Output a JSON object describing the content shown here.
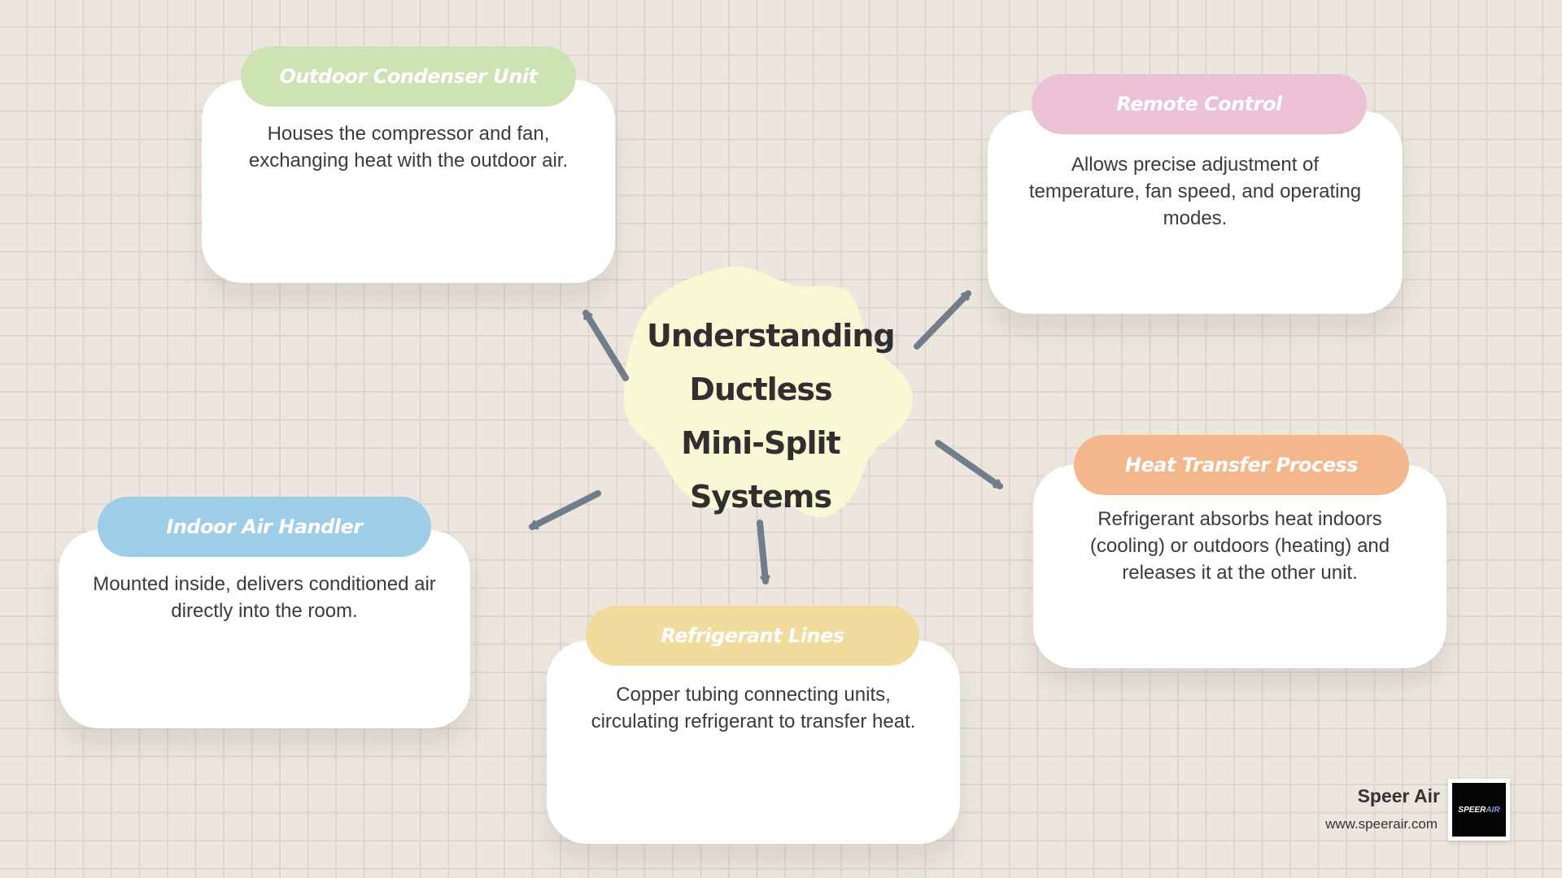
{
  "title": "Understanding Ductless Mini-Split Systems",
  "nodes": [
    {
      "label": "Outdoor Condenser Unit",
      "text": "Houses the compressor and fan, exchanging heat with the outdoor air.",
      "color": "#cde3b4"
    },
    {
      "label": "Remote Control",
      "text": "Allows precise adjustment of temperature, fan speed, and operating modes.",
      "color": "#ecc1d4"
    },
    {
      "label": "Heat Transfer Process",
      "text": "Refrigerant absorbs heat indoors (cooling) or outdoors (heating) and releases it at the other unit.",
      "color": "#f4b68b"
    },
    {
      "label": "Refrigerant Lines",
      "text": "Copper tubing connecting units, circulating refrigerant to transfer heat.",
      "color": "#f1dc9e"
    },
    {
      "label": "Indoor Air Handler",
      "text": "Mounted inside, delivers conditioned air directly into the room.",
      "color": "#9ecde8"
    }
  ],
  "brand": {
    "name": "Speer Air",
    "url": "www.speerair.com",
    "logo_text": "SPEER AIR"
  },
  "colors": {
    "center_blob": "#f9f8d5",
    "arrow": "#707d8a"
  }
}
